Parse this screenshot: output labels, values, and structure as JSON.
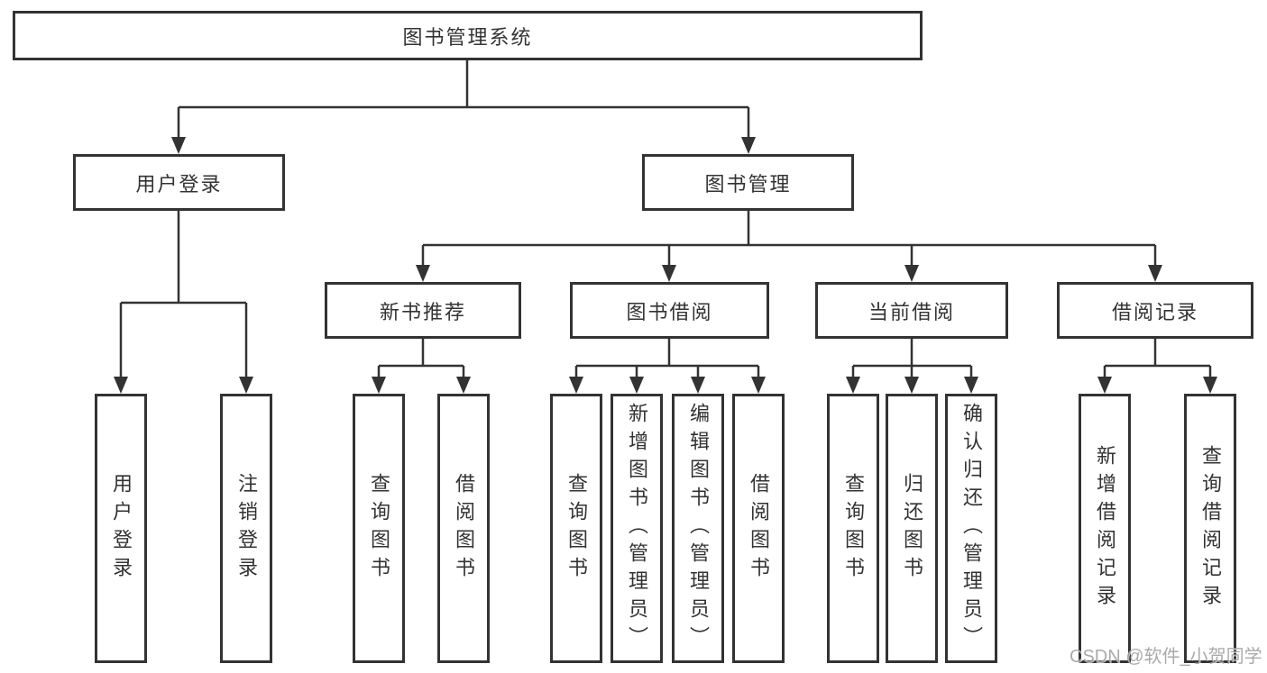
{
  "diagram": {
    "title": "图书管理系统",
    "watermark": "CSDN @软件_小贺同学",
    "colors": {
      "line": "#333333",
      "box_border": "#333333",
      "box_background": "#ffffff",
      "text": "#333333",
      "watermark": "#9e9e9e",
      "page_background": "#ffffff"
    },
    "nodes": {
      "root": "图书管理系统",
      "user_login": "用户登录",
      "book_mgmt": "图书管理",
      "new_book_rec": "新书推荐",
      "book_borrow": "图书借阅",
      "current_borrow": "当前借阅",
      "borrow_record": "借阅记录",
      "leaf_user_login": "用户登录",
      "leaf_logout": "注销登录",
      "leaf_query_book_1": "查询图书",
      "leaf_borrow_book_1": "借阅图书",
      "leaf_query_book_2": "查询图书",
      "leaf_add_book_admin": "新增图书（管理员）",
      "leaf_edit_book_admin": "编辑图书（管理员）",
      "leaf_borrow_book_2": "借阅图书",
      "leaf_query_book_3": "查询图书",
      "leaf_return_book": "归还图书",
      "leaf_confirm_return_admin": "确认归还（管理员）",
      "leaf_add_borrow_record": "新增借阅记录",
      "leaf_query_borrow_record": "查询借阅记录"
    },
    "hierarchy": {
      "图书管理系统": {
        "用户登录": [
          "用户登录",
          "注销登录"
        ],
        "图书管理": {
          "新书推荐": [
            "查询图书",
            "借阅图书"
          ],
          "图书借阅": [
            "查询图书",
            "新增图书（管理员）",
            "编辑图书（管理员）",
            "借阅图书"
          ],
          "当前借阅": [
            "查询图书",
            "归还图书",
            "确认归还（管理员）"
          ],
          "借阅记录": [
            "新增借阅记录",
            "查询借阅记录"
          ]
        }
      }
    }
  }
}
